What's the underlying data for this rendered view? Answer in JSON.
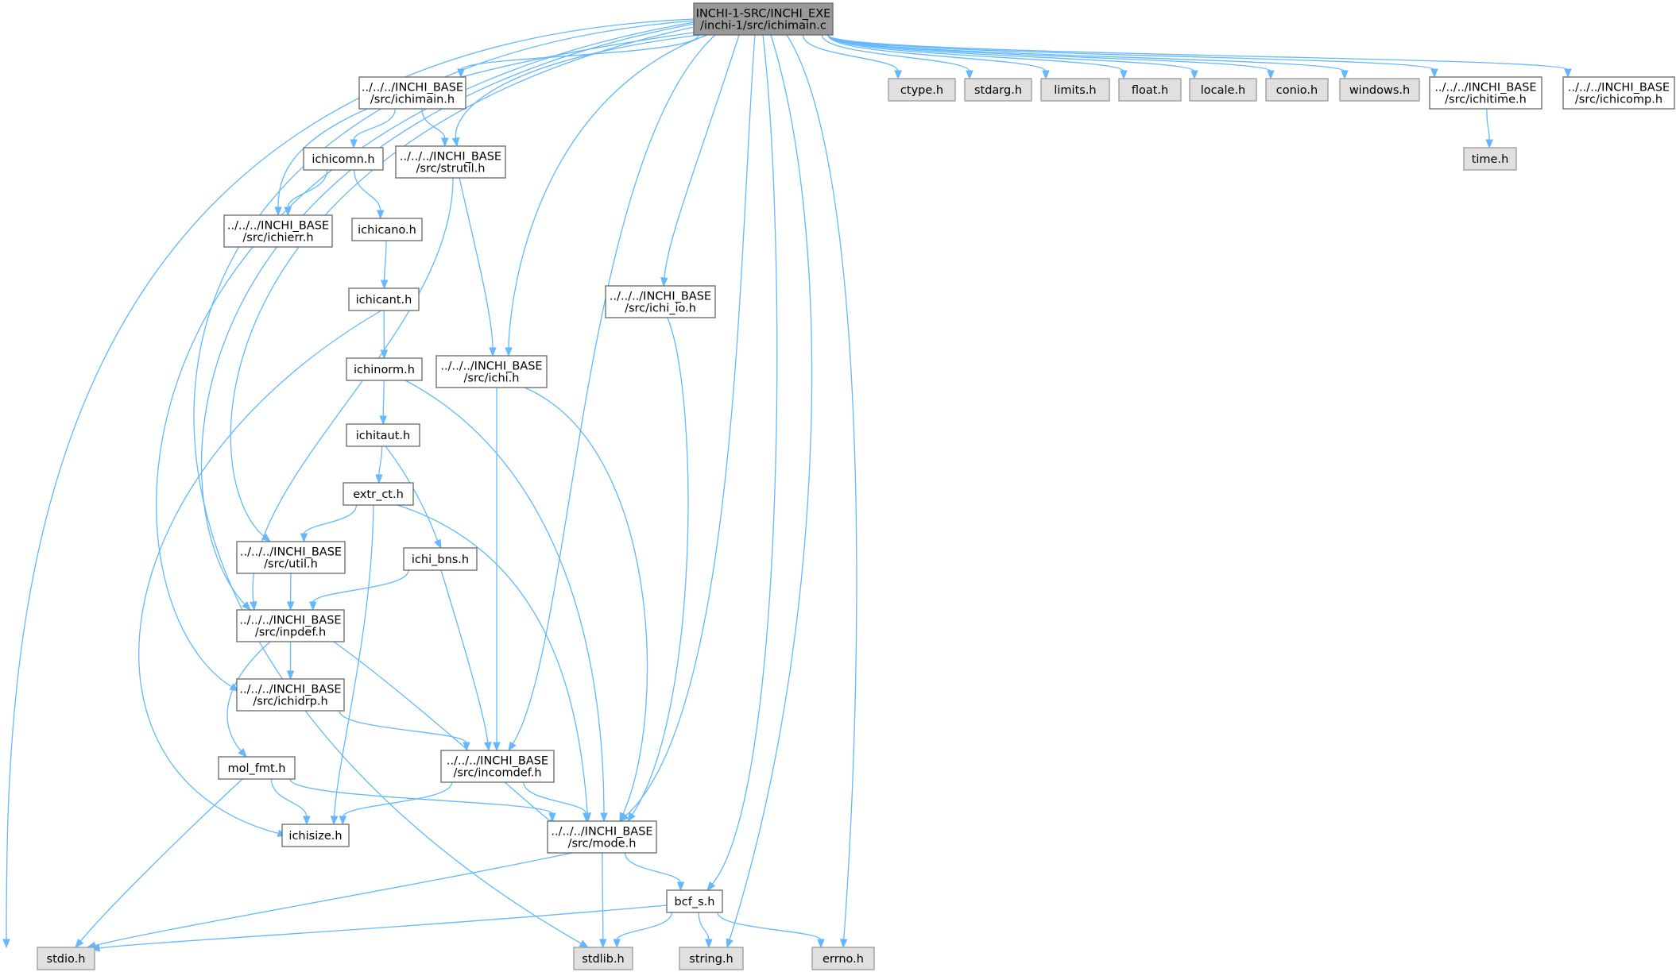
{
  "graph": {
    "colors": {
      "edge": "#63b8ff",
      "root_fill": "#999999",
      "local_fill": "#ffffff",
      "system_fill": "#e0e0e0",
      "border": "#666666"
    },
    "nodes": [
      {
        "id": "root",
        "kind": "root",
        "lines": [
          "INCHI-1-SRC/INCHI_EXE",
          "/inchi-1/src/ichimain.c"
        ]
      },
      {
        "id": "ichimain_h",
        "kind": "local",
        "lines": [
          "../../../INCHI_BASE",
          "/src/ichimain.h"
        ]
      },
      {
        "id": "ctype_h",
        "kind": "system",
        "lines": [
          "ctype.h"
        ]
      },
      {
        "id": "stdarg_h",
        "kind": "system",
        "lines": [
          "stdarg.h"
        ]
      },
      {
        "id": "limits_h",
        "kind": "system",
        "lines": [
          "limits.h"
        ]
      },
      {
        "id": "float_h",
        "kind": "system",
        "lines": [
          "float.h"
        ]
      },
      {
        "id": "locale_h",
        "kind": "system",
        "lines": [
          "locale.h"
        ]
      },
      {
        "id": "conio_h",
        "kind": "system",
        "lines": [
          "conio.h"
        ]
      },
      {
        "id": "windows_h",
        "kind": "system",
        "lines": [
          "windows.h"
        ]
      },
      {
        "id": "ichitime_h",
        "kind": "local",
        "lines": [
          "../../../INCHI_BASE",
          "/src/ichitime.h"
        ]
      },
      {
        "id": "ichicomp_h",
        "kind": "local",
        "lines": [
          "../../../INCHI_BASE",
          "/src/ichicomp.h"
        ]
      },
      {
        "id": "time_h",
        "kind": "system",
        "lines": [
          "time.h"
        ]
      },
      {
        "id": "ichicomn_h",
        "kind": "local",
        "lines": [
          "ichicomn.h"
        ]
      },
      {
        "id": "strutil_h",
        "kind": "local",
        "lines": [
          "../../../INCHI_BASE",
          "/src/strutil.h"
        ]
      },
      {
        "id": "ichierr_h",
        "kind": "local",
        "lines": [
          "../../../INCHI_BASE",
          "/src/ichierr.h"
        ]
      },
      {
        "id": "ichicano_h",
        "kind": "local",
        "lines": [
          "ichicano.h"
        ]
      },
      {
        "id": "ichi_io_h",
        "kind": "local",
        "lines": [
          "../../../INCHI_BASE",
          "/src/ichi_io.h"
        ]
      },
      {
        "id": "ichicant_h",
        "kind": "local",
        "lines": [
          "ichicant.h"
        ]
      },
      {
        "id": "ichinorm_h",
        "kind": "local",
        "lines": [
          "ichinorm.h"
        ]
      },
      {
        "id": "ichi_h",
        "kind": "local",
        "lines": [
          "../../../INCHI_BASE",
          "/src/ichi.h"
        ]
      },
      {
        "id": "ichitaut_h",
        "kind": "local",
        "lines": [
          "ichitaut.h"
        ]
      },
      {
        "id": "extr_ct_h",
        "kind": "local",
        "lines": [
          "extr_ct.h"
        ]
      },
      {
        "id": "util_h",
        "kind": "local",
        "lines": [
          "../../../INCHI_BASE",
          "/src/util.h"
        ]
      },
      {
        "id": "ichi_bns_h",
        "kind": "local",
        "lines": [
          "ichi_bns.h"
        ]
      },
      {
        "id": "inpdef_h",
        "kind": "local",
        "lines": [
          "../../../INCHI_BASE",
          "/src/inpdef.h"
        ]
      },
      {
        "id": "ichidrp_h",
        "kind": "local",
        "lines": [
          "../../../INCHI_BASE",
          "/src/ichidrp.h"
        ]
      },
      {
        "id": "mol_fmt_h",
        "kind": "local",
        "lines": [
          "mol_fmt.h"
        ]
      },
      {
        "id": "incomdef_h",
        "kind": "local",
        "lines": [
          "../../../INCHI_BASE",
          "/src/incomdef.h"
        ]
      },
      {
        "id": "ichisize_h",
        "kind": "local",
        "lines": [
          "ichisize.h"
        ]
      },
      {
        "id": "mode_h",
        "kind": "local",
        "lines": [
          "../../../INCHI_BASE",
          "/src/mode.h"
        ]
      },
      {
        "id": "bcf_s_h",
        "kind": "local",
        "lines": [
          "bcf_s.h"
        ]
      },
      {
        "id": "stdio_h",
        "kind": "system",
        "lines": [
          "stdio.h"
        ]
      },
      {
        "id": "stdlib_h",
        "kind": "system",
        "lines": [
          "stdlib.h"
        ]
      },
      {
        "id": "string_h",
        "kind": "system",
        "lines": [
          "string.h"
        ]
      },
      {
        "id": "errno_h",
        "kind": "system",
        "lines": [
          "errno.h"
        ]
      }
    ],
    "edges": [
      [
        "root",
        "ichimain_h"
      ],
      [
        "root",
        "ctype_h"
      ],
      [
        "root",
        "stdarg_h"
      ],
      [
        "root",
        "limits_h"
      ],
      [
        "root",
        "float_h"
      ],
      [
        "root",
        "locale_h"
      ],
      [
        "root",
        "conio_h"
      ],
      [
        "root",
        "windows_h"
      ],
      [
        "root",
        "ichitime_h"
      ],
      [
        "root",
        "ichicomp_h"
      ],
      [
        "root",
        "strutil_h"
      ],
      [
        "root",
        "ichierr_h"
      ],
      [
        "root",
        "ichi_io_h"
      ],
      [
        "root",
        "ichi_h"
      ],
      [
        "root",
        "incomdef_h"
      ],
      [
        "root",
        "mode_h"
      ],
      [
        "root",
        "bcf_s_h"
      ],
      [
        "root",
        "string_h"
      ],
      [
        "root",
        "errno_h"
      ],
      [
        "root",
        "stdio_h"
      ],
      [
        "root",
        "stdlib_h"
      ],
      [
        "root",
        "util_h"
      ],
      [
        "root",
        "inpdef_h"
      ],
      [
        "root",
        "ichidrp_h"
      ],
      [
        "ichitime_h",
        "time_h"
      ],
      [
        "ichimain_h",
        "ichicomn_h"
      ],
      [
        "ichimain_h",
        "strutil_h"
      ],
      [
        "ichicomn_h",
        "ichierr_h"
      ],
      [
        "ichicomn_h",
        "ichicano_h"
      ],
      [
        "ichicano_h",
        "ichicant_h"
      ],
      [
        "ichicant_h",
        "ichinorm_h"
      ],
      [
        "ichicant_h",
        "ichisize_h"
      ],
      [
        "ichinorm_h",
        "ichitaut_h"
      ],
      [
        "ichinorm_h",
        "mode_h"
      ],
      [
        "ichitaut_h",
        "extr_ct_h"
      ],
      [
        "ichitaut_h",
        "ichi_bns_h"
      ],
      [
        "extr_ct_h",
        "util_h"
      ],
      [
        "extr_ct_h",
        "ichisize_h"
      ],
      [
        "extr_ct_h",
        "mode_h"
      ],
      [
        "util_h",
        "inpdef_h"
      ],
      [
        "ichi_bns_h",
        "inpdef_h"
      ],
      [
        "ichi_bns_h",
        "incomdef_h"
      ],
      [
        "strutil_h",
        "ichi_h"
      ],
      [
        "strutil_h",
        "inpdef_h"
      ],
      [
        "ichi_h",
        "incomdef_h"
      ],
      [
        "ichi_h",
        "mode_h"
      ],
      [
        "ichi_io_h",
        "mode_h"
      ],
      [
        "inpdef_h",
        "ichidrp_h"
      ],
      [
        "inpdef_h",
        "mol_fmt_h"
      ],
      [
        "inpdef_h",
        "mode_h"
      ],
      [
        "ichidrp_h",
        "incomdef_h"
      ],
      [
        "mol_fmt_h",
        "ichisize_h"
      ],
      [
        "mol_fmt_h",
        "mode_h"
      ],
      [
        "mol_fmt_h",
        "stdio_h"
      ],
      [
        "incomdef_h",
        "ichisize_h"
      ],
      [
        "incomdef_h",
        "mode_h"
      ],
      [
        "mode_h",
        "bcf_s_h"
      ],
      [
        "mode_h",
        "stdlib_h"
      ],
      [
        "mode_h",
        "stdio_h"
      ],
      [
        "bcf_s_h",
        "stdio_h"
      ],
      [
        "bcf_s_h",
        "stdlib_h"
      ],
      [
        "bcf_s_h",
        "string_h"
      ],
      [
        "bcf_s_h",
        "errno_h"
      ]
    ]
  }
}
